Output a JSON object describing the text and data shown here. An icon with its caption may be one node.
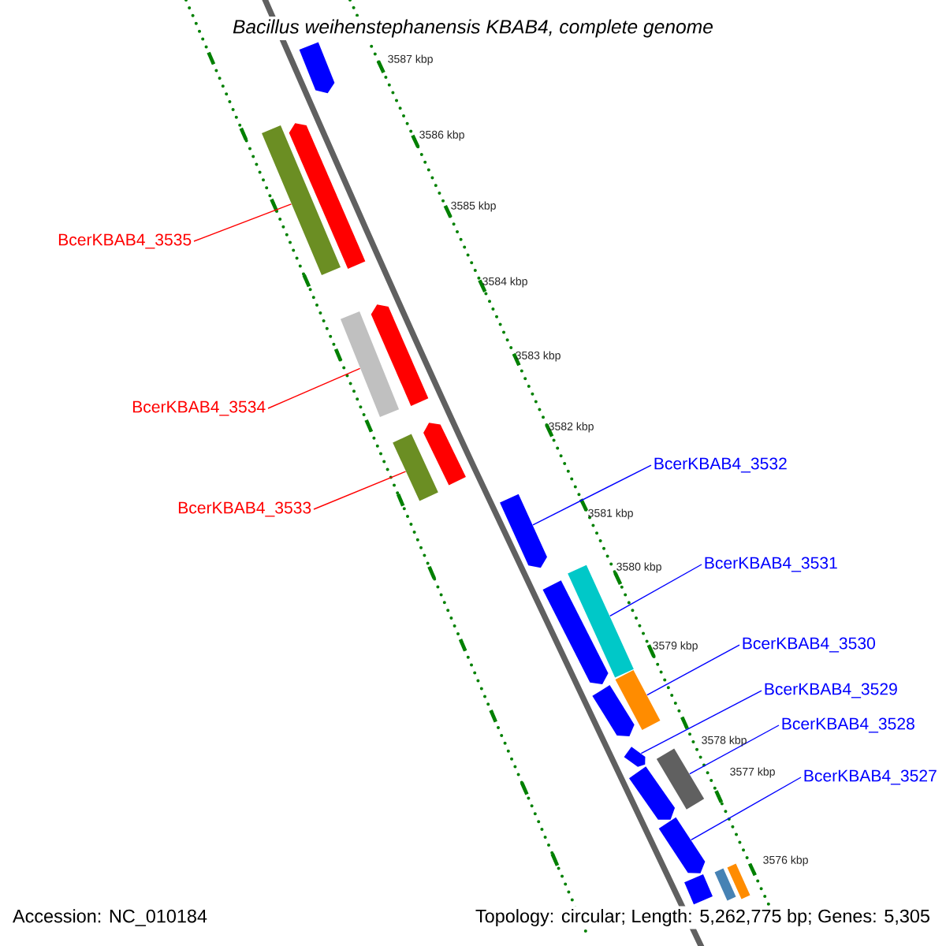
{
  "diagram": {
    "title": "Bacillus weihenstephanensis KBAB4, complete genome",
    "nodes": [
      {
        "text": [
          "BcerKBAB4_3535"
        ]
      },
      {
        "text": [
          "BcerKBAB4_3534"
        ]
      },
      {
        "text": [
          "BcerKBAB4_3533"
        ]
      },
      {
        "text": [
          "BcerKBAB4_3532"
        ]
      },
      {
        "text": [
          "BcerKBAB4_3531"
        ]
      },
      {
        "text": [
          "BcerKBAB4_3530"
        ]
      },
      {
        "text": [
          "BcerKBAB4_3529"
        ]
      },
      {
        "text": [
          "BcerKBAB4_3528"
        ]
      },
      {
        "text": [
          "BcerKBAB4_3527"
        ]
      },
      {
        "text": [],
        "shape": "bar"
      },
      {
        "text": [],
        "shape": "bar"
      },
      {
        "text": [],
        "shape": "bar"
      },
      {
        "text": [],
        "shape": "bar"
      },
      {
        "text": [],
        "shape": "bar"
      },
      {
        "text": [],
        "shape": "bar"
      },
      {
        "text": [],
        "shape": "bar"
      },
      {
        "text": [],
        "shape": "bar"
      },
      {
        "text": [],
        "shape": "bar"
      },
      {
        "text": [],
        "shape": "bar"
      },
      {
        "text": [],
        "shape": "bar"
      },
      {
        "text": [],
        "shape": "bar"
      },
      {
        "text": [],
        "shape": "bar"
      },
      {
        "text": [],
        "shape": "bar"
      },
      {
        "text": [],
        "shape": "bar"
      },
      {
        "text": [],
        "shape": "bar"
      },
      {
        "text": [],
        "shape": "bar"
      },
      {
        "text": [],
        "shape": "bar"
      },
      {
        "text": [],
        "shape": "bar"
      }
    ],
    "edges": [
      {
        "from": 0,
        "to": 9,
        "arrow": "none",
        "color": "#ff0000"
      },
      {
        "from": 1,
        "to": 10,
        "arrow": "none",
        "color": "#ff0000"
      },
      {
        "from": 2,
        "to": 11,
        "arrow": "none",
        "color": "#ff0000"
      },
      {
        "from": 3,
        "to": 12,
        "arrow": "none",
        "color": "#0000ff"
      },
      {
        "from": 4,
        "to": 13,
        "arrow": "none",
        "color": "#0000ff"
      },
      {
        "from": 5,
        "to": 14,
        "arrow": "none",
        "color": "#0000ff"
      },
      {
        "from": 6,
        "to": 15,
        "arrow": "none",
        "color": "#0000ff"
      },
      {
        "from": 7,
        "to": 16,
        "arrow": "none",
        "color": "#0000ff"
      },
      {
        "from": 8,
        "to": 17,
        "arrow": "none",
        "color": "#0000ff"
      }
    ],
    "labels": [
      "3587 kbp",
      "3586 kbp",
      "3585 kbp",
      "3584 kbp",
      "3583 kbp",
      "3582 kbp",
      "3581 kbp",
      "3580 kbp",
      "3579 kbp",
      "3578 kbp",
      "3577 kbp",
      "3576 kbp",
      "Accession: NC_010184",
      "Topology: circular; Length: 5,262,775 bp; Genes: 5,305"
    ]
  }
}
